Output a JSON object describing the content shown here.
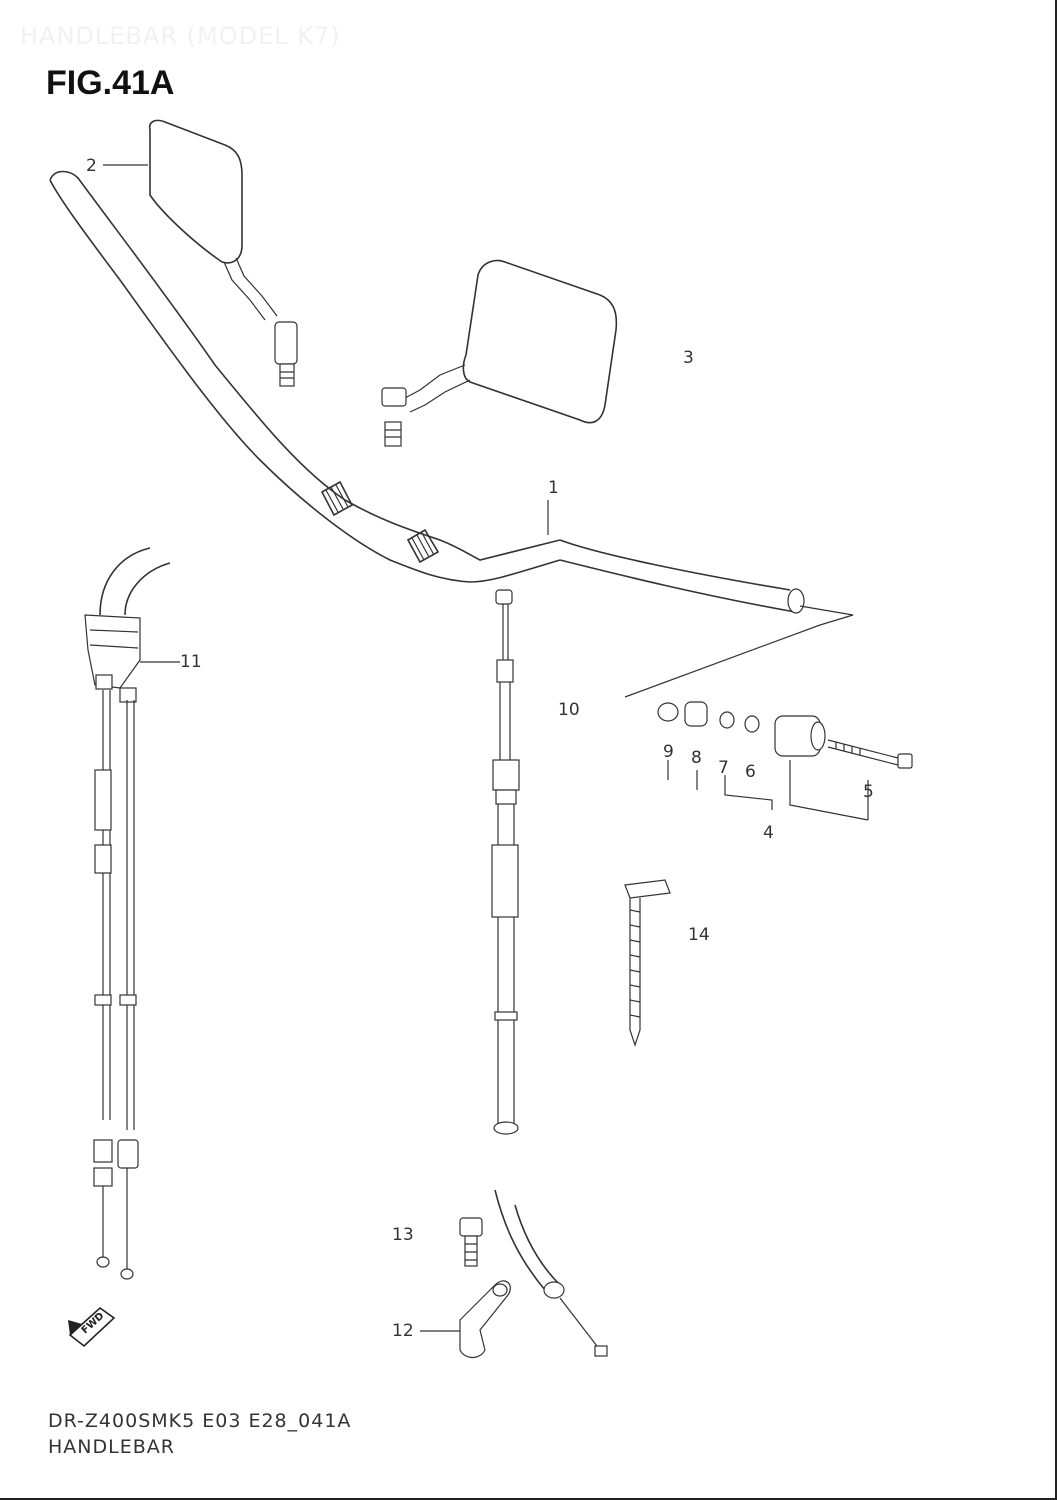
{
  "header": {
    "model": "HANDLEBAR (MODEL K7)"
  },
  "figure": {
    "title": "FIG.41A"
  },
  "footer": {
    "code": "DR-Z400SMK5 E03 E28_041A",
    "name": "HANDLEBAR"
  },
  "callouts": {
    "c1": "1",
    "c2": "2",
    "c3": "3",
    "c4": "4",
    "c5": "5",
    "c6": "6",
    "c7": "7",
    "c8": "8",
    "c9": "9",
    "c10": "10",
    "c11": "11",
    "c12": "12",
    "c13": "13",
    "c14": "14"
  },
  "fwd_badge": "FWD"
}
